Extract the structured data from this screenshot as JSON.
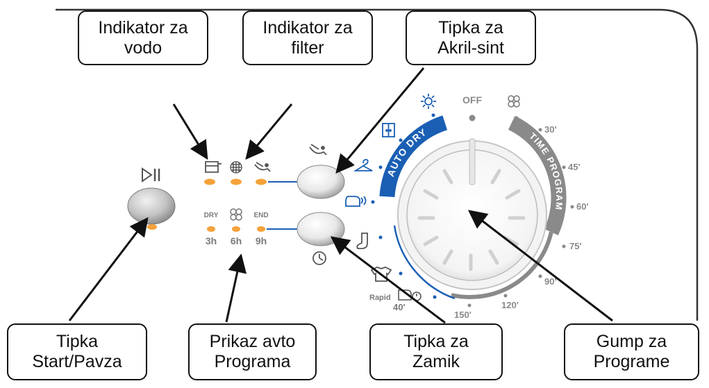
{
  "callouts": {
    "water_indicator": {
      "line1": "Indikator za",
      "line2": "vodo"
    },
    "filter_indicator": {
      "line1": "Indikator za",
      "line2": "filter"
    },
    "acrylic_button": {
      "line1": "Tipka za",
      "line2": "Akril-sint"
    },
    "start_pause": {
      "line1": "Tipka",
      "line2": "Start/Pavza"
    },
    "auto_display": {
      "line1": "Prikaz avto",
      "line2": "Programa"
    },
    "delay_button": {
      "line1": "Tipka za",
      "line2": "Zamik"
    },
    "program_knob": {
      "line1": "Gump za",
      "line2": "Programe"
    }
  },
  "panel": {
    "delay_labels": {
      "dry": "DRY",
      "end": "END"
    },
    "delay_times": [
      "3h",
      "6h",
      "9h"
    ],
    "dial": {
      "off": "OFF",
      "auto_dry": "AUTO DRY",
      "time_program": "TIME PROGRAM",
      "times": [
        "30'",
        "45'",
        "60'",
        "75'",
        "90'",
        "120'",
        "150'"
      ],
      "rapid_label": "Rapid",
      "rapid_time": "40'"
    }
  },
  "icons": {
    "play_pause": "play-pause-icon",
    "water": "water-container-icon",
    "filter": "filter-icon",
    "acrylic": "acrylic-synthetic-icon",
    "fan": "fan-icon",
    "sun": "sun-icon",
    "cupboard": "cupboard-icon",
    "hanger": "hanger-icon",
    "iron": "iron-icon",
    "sock": "sock-icon",
    "shirt": "shirt-icon",
    "rapid": "rapid-clothes-icon",
    "clock": "clock-icon"
  },
  "colors": {
    "accent_blue": "#1a5fb4",
    "led_orange": "#f5a23a",
    "dial_grey": "#8a8a8a",
    "text_grey": "#7a7a7a"
  }
}
